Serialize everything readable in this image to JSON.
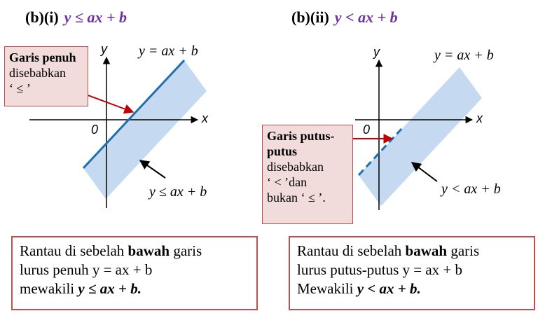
{
  "left": {
    "label": "(b)(i)",
    "inequality": "y ≤ ax + b",
    "line_equation": "y = ax + b",
    "region_label": "y ≤ ax + b",
    "x_axis": "x",
    "y_axis": "y",
    "origin": "0",
    "callout": {
      "bold": "Garis penuh",
      "line2": "disebabkan",
      "line3": "‘ ≤ ’"
    },
    "note": {
      "line1_pre": "Rantau di sebelah ",
      "line1_bold": "bawah",
      "line1_post": " garis",
      "line2": "lurus penuh  y = ax + b",
      "line3_pre": "mewakili ",
      "line3_bold": "y ≤ ax + b."
    },
    "line_style": "solid",
    "line_color": "#1f6fb2"
  },
  "right": {
    "label": "(b)(ii)",
    "inequality": "y < ax + b",
    "line_equation": "y = ax + b",
    "region_label": "y < ax + b",
    "x_axis": "x",
    "y_axis": "y",
    "origin": "0",
    "callout": {
      "bold1": "Garis putus-",
      "bold2": "putus",
      "line3": "disebabkan",
      "line4": "‘ < ’dan",
      "line5": "bukan ‘ ≤ ’."
    },
    "note": {
      "line1_pre": "Rantau di sebelah ",
      "line1_bold": "bawah",
      "line1_post": " garis",
      "line2": "lurus putus-putus y = ax + b",
      "line3_pre": "Mewakili ",
      "line3_bold": "y < ax + b."
    },
    "line_style": "dashed",
    "line_color": "#1f6fb2"
  },
  "colors": {
    "region": "#c5d9f1",
    "arrow_red": "#c00000",
    "box_border": "#c0504d",
    "callout_fill": "#f2dcdb",
    "heading_accent": "#7030a0"
  }
}
